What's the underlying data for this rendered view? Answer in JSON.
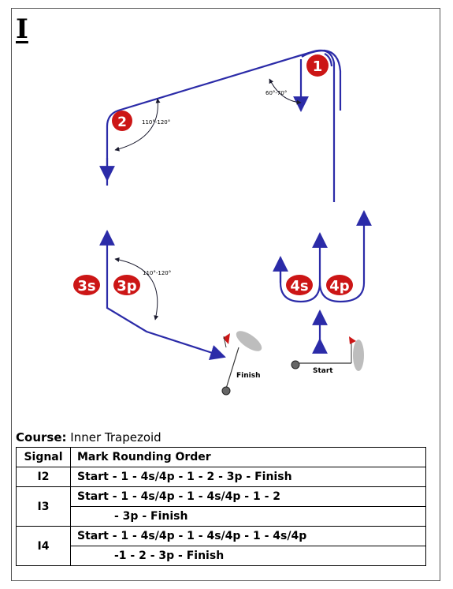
{
  "page_letter": "I",
  "diagram": {
    "marks": {
      "m1": "1",
      "m2": "2",
      "m3s": "3s",
      "m3p": "3p",
      "m4s": "4s",
      "m4p": "4p"
    },
    "angle_labels": {
      "mark1": "60°-70°",
      "mark2": "110°-120°",
      "mark3": "110°-120°"
    },
    "start_label": "Start",
    "finish_label": "Finish",
    "colors": {
      "course_line": "#2b2ba8",
      "mark_fill": "#cc1616",
      "mark_text": "#ffffff",
      "angle_line": "#1a1a2e",
      "boat_hull": "#bdbdbd",
      "flag": "#cc1616",
      "buoy": "#666666"
    }
  },
  "caption": {
    "label": "Course:",
    "value": "Inner Trapezoid"
  },
  "table": {
    "headers": [
      "Signal",
      "Mark Rounding Order"
    ],
    "rows": [
      {
        "signal": "I2",
        "order_lines": [
          "Start - 1 - 4s/4p - 1 - 2 - 3p - Finish"
        ]
      },
      {
        "signal": "I3",
        "order_lines": [
          "Start - 1 - 4s/4p - 1 - 4s/4p - 1 - 2",
          "- 3p - Finish"
        ]
      },
      {
        "signal": "I4",
        "order_lines": [
          "Start - 1 - 4s/4p - 1 - 4s/4p - 1 - 4s/4p",
          "-1 - 2 - 3p - Finish"
        ]
      }
    ]
  }
}
